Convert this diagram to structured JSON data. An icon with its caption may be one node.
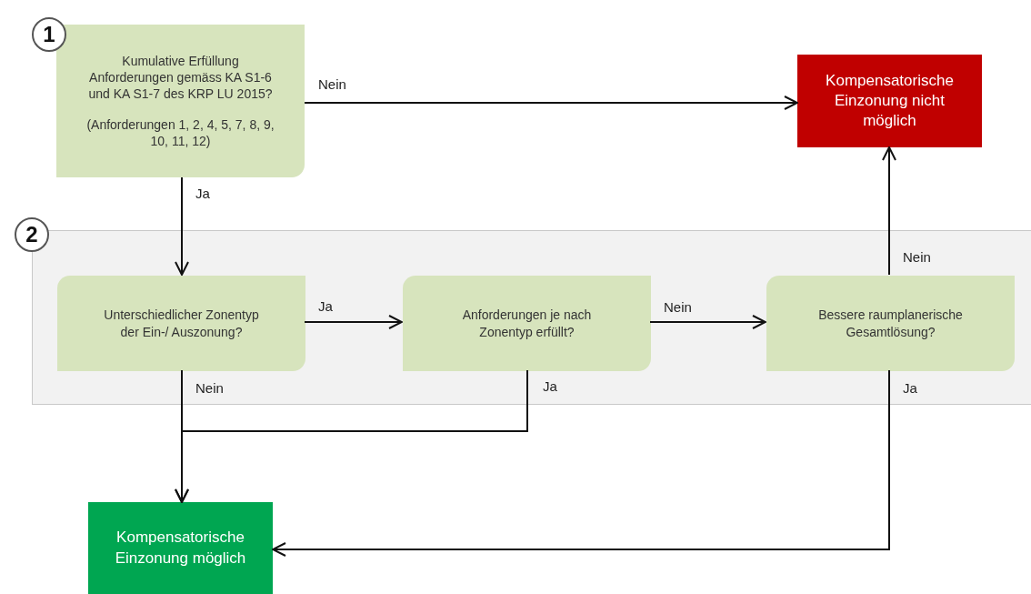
{
  "diagram": {
    "nodes": [
      {
        "text": [
          "Kumulative Erfüllung Anforderungen gemäss KA S1-6 und KA S1-7 des KRP LU 2015?",
          "(Anforderungen 1, 2, 4, 5, 7, 8, 9, 10, 11, 12)"
        ]
      },
      {
        "text": [
          "Kompensatorische Einzonung nicht möglich"
        ]
      },
      {
        "text": [],
        "shape": "box"
      },
      {
        "text": [
          "Unterschiedlicher Zonentyp der Ein-/ Auszonung?"
        ],
        "in": 2
      },
      {
        "text": [
          "Anforderungen je nach Zonentyp erfüllt?"
        ],
        "in": 2
      },
      {
        "text": [
          "Bessere raumplanerische Gesamtlösung?"
        ],
        "in": 2
      },
      {
        "text": [
          "Kompensatorische Einzonung möglich"
        ]
      }
    ],
    "edges": [
      {
        "from": 0,
        "to": 1,
        "arrow": "to",
        "label": "Nein"
      },
      {
        "from": 0,
        "to": 3,
        "arrow": "to",
        "label": "Ja"
      },
      {
        "from": 3,
        "to": 4,
        "arrow": "to",
        "label": "Ja"
      },
      {
        "from": 4,
        "to": 5,
        "arrow": "to",
        "label": "Nein"
      },
      {
        "from": 5,
        "to": 1,
        "arrow": "to",
        "label": "Nein"
      },
      {
        "from": 3,
        "to": 6,
        "arrow": "to",
        "label": "Nein"
      },
      {
        "from": 4,
        "to": 6,
        "arrow": "to",
        "label": "Ja"
      },
      {
        "from": 5,
        "to": 6,
        "arrow": "to",
        "label": "Ja"
      }
    ],
    "labels": [
      "1",
      "2"
    ]
  }
}
